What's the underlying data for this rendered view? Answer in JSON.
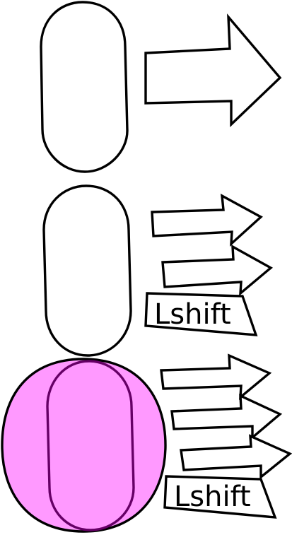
{
  "colors": {
    "stroke": "#000000",
    "background": "#ffffff",
    "highlight_fill": "#ff99ff",
    "highlight_inner_stroke": "#660066"
  },
  "panels": [
    {
      "shape": "capsule",
      "arrows": 1,
      "label": "",
      "highlighted": false
    },
    {
      "shape": "capsule",
      "arrows": 2,
      "label": "Lshift",
      "highlighted": false
    },
    {
      "shape": "capsule-in-rounded-diamond",
      "arrows": 3,
      "label": "Lshift",
      "highlighted": true
    }
  ]
}
